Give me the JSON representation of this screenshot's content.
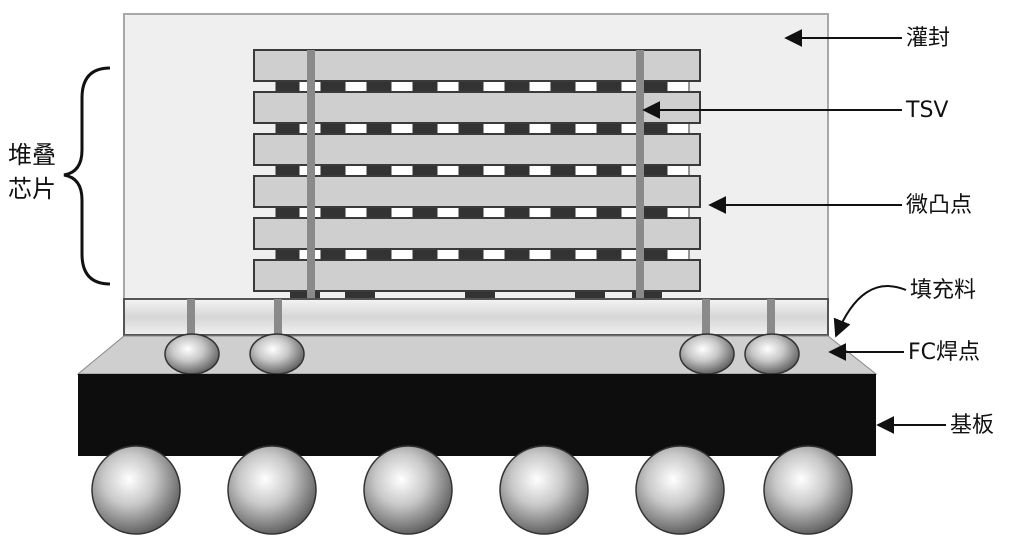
{
  "labels": {
    "encapsulation": "灌封",
    "tsv": "TSV",
    "microbump": "微凸点",
    "underfill": "填充料",
    "fc_solder": "FC焊点",
    "substrate": "基板",
    "stacked_chips_line1": "堆叠",
    "stacked_chips_line2": "芯片"
  },
  "structure": {
    "chip_count": 6,
    "microbump_rows": 6,
    "fc_bump_count": 4,
    "bga_ball_count": 6
  },
  "colors": {
    "encapsulation": "#eeeeee",
    "chip": "#cfcfcf",
    "tsv": "#8a8a8a",
    "microbump_dark": "#333333",
    "substrate": "#0d0d0d",
    "underfill": "#e4e4e4",
    "ball": "#b5b5b5"
  }
}
